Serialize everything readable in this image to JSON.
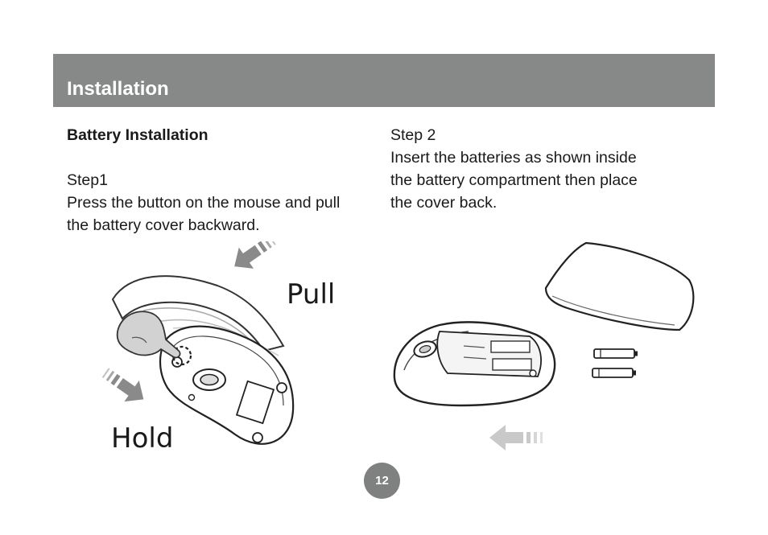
{
  "header": {
    "title": "Installation"
  },
  "left_column": {
    "subheading": "Battery Installation",
    "step_title": "Step1",
    "step_text_line1": "Press the button on the mouse and pull",
    "step_text_line2": "the battery cover backward."
  },
  "right_column": {
    "step_title": "Step 2",
    "step_text_line1": "Insert the batteries as shown inside",
    "step_text_line2": "the battery compartment then place",
    "step_text_line3": "the cover back."
  },
  "illustration_left": {
    "pull_label": "Pull",
    "hold_label": "Hold"
  },
  "footer": {
    "page_number": "12"
  },
  "colors": {
    "header_bar": "#878988",
    "page_badge": "#7f8180",
    "arrow": "#8a8a8a"
  }
}
